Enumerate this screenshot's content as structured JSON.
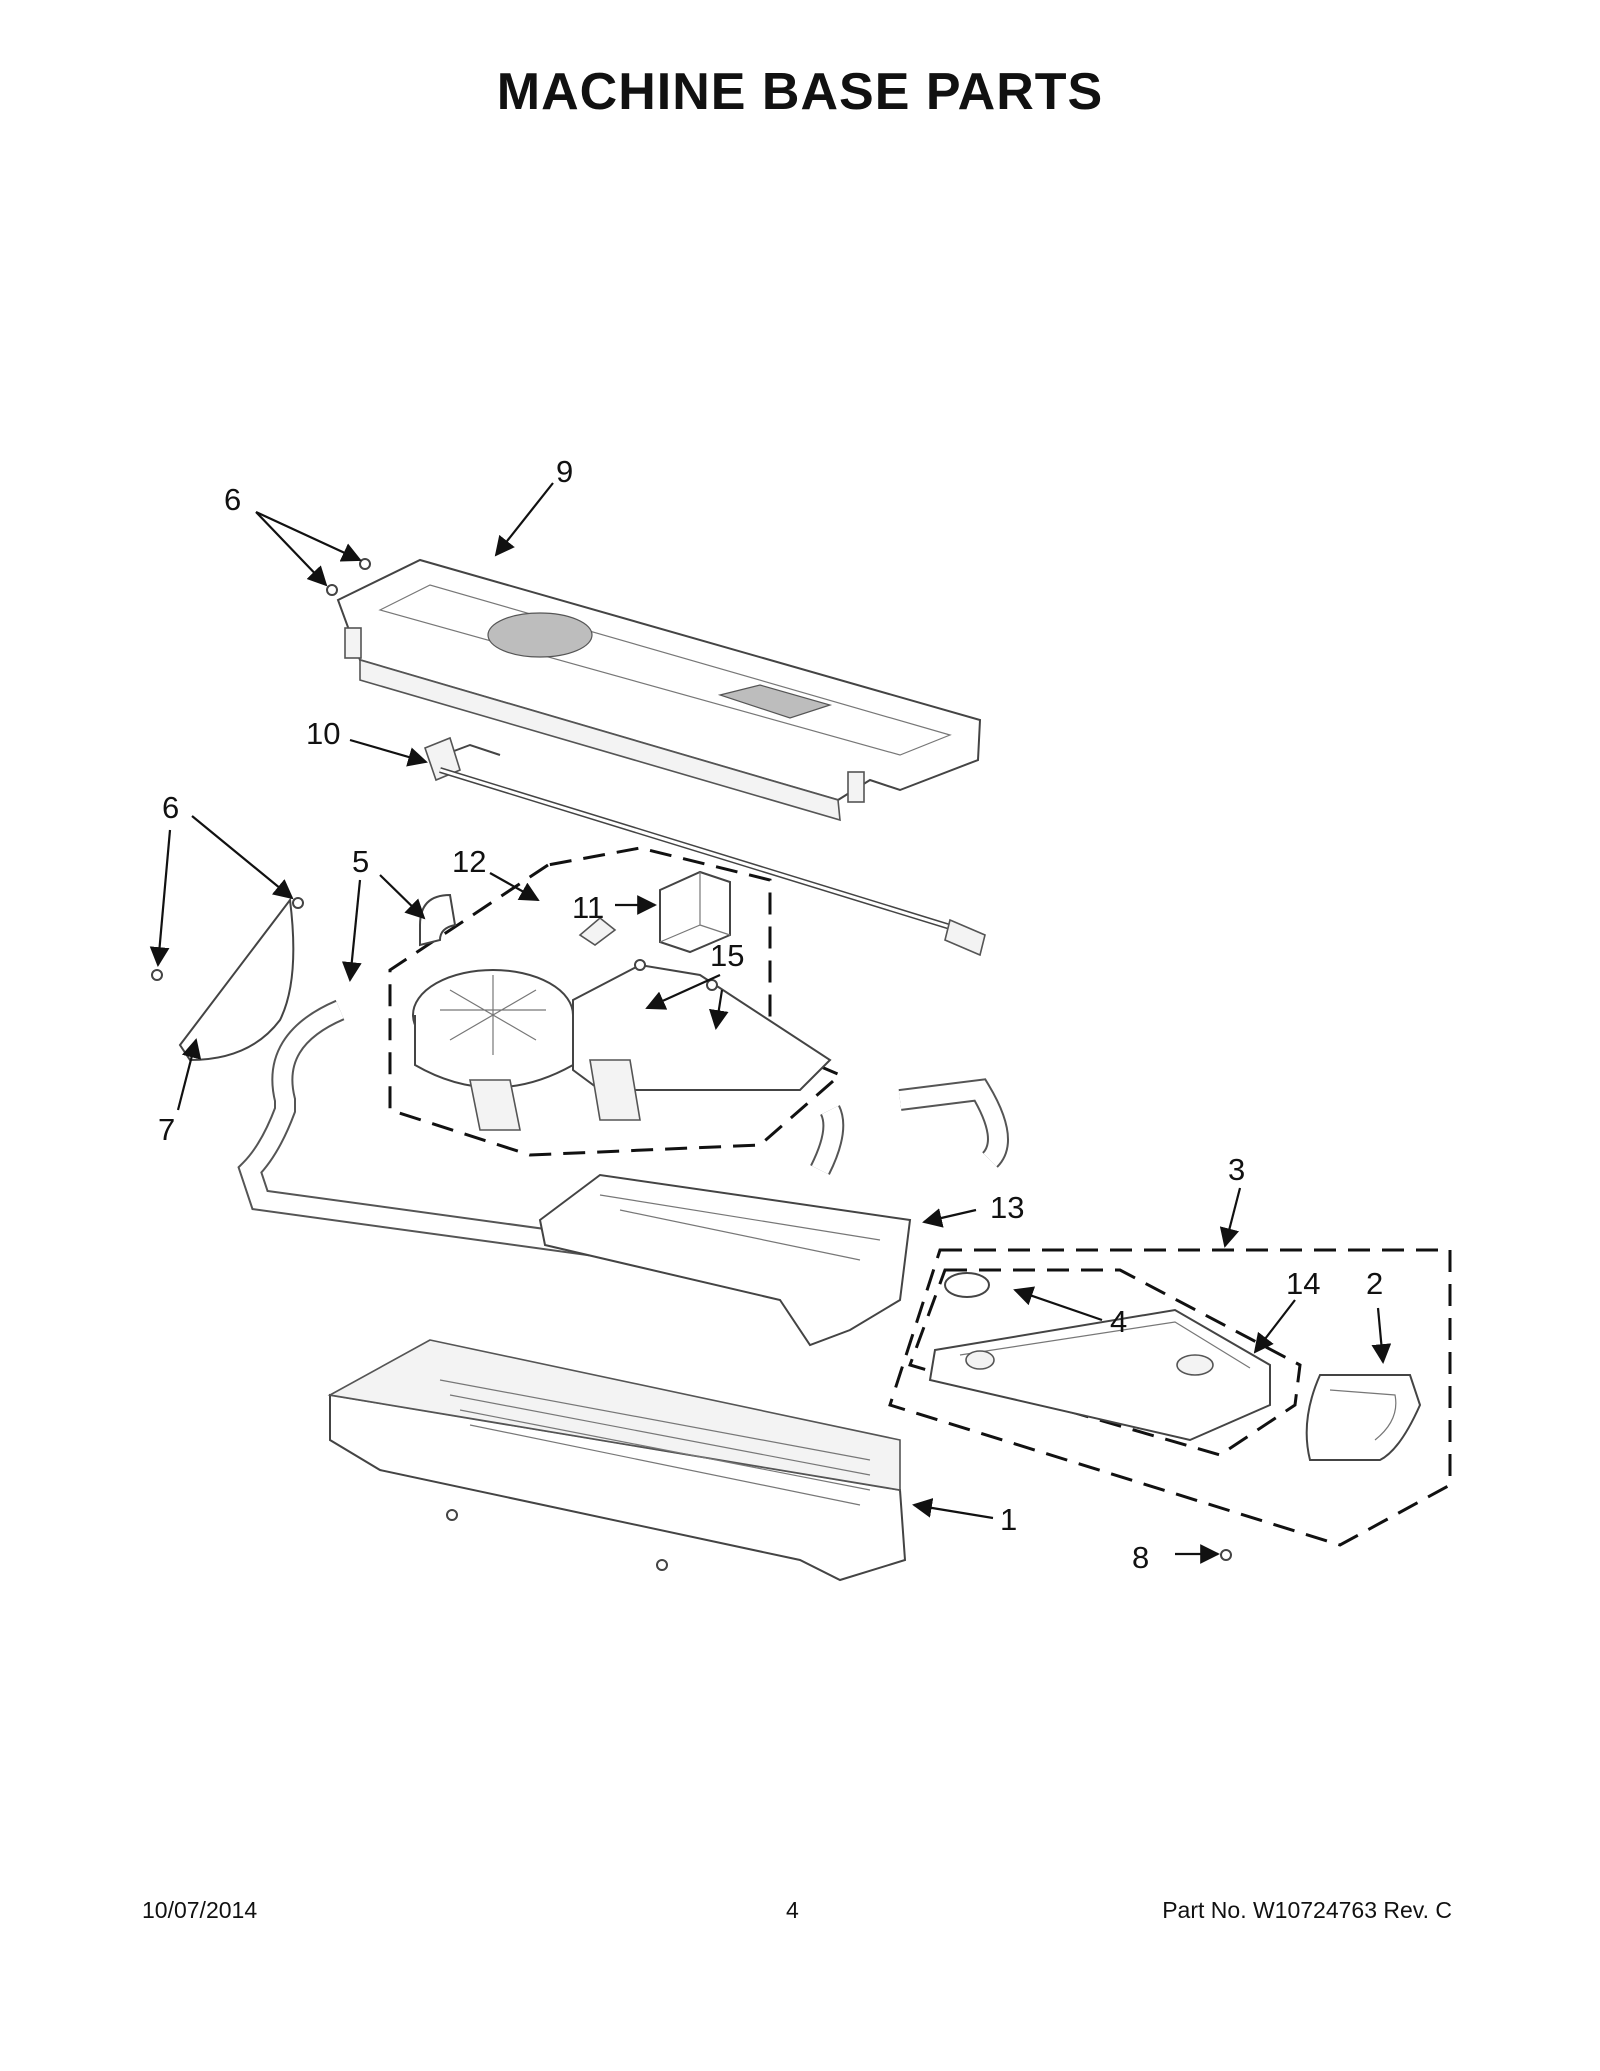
{
  "title": "MACHINE BASE PARTS",
  "callouts": [
    "1",
    "2",
    "3",
    "4",
    "5",
    "6",
    "6",
    "7",
    "8",
    "9",
    "10",
    "11",
    "12",
    "13",
    "14",
    "15"
  ],
  "footer": {
    "date": "10/07/2014",
    "page": "4",
    "part_no": "Part No.  W10724763  Rev.  C"
  },
  "colors": {
    "ink": "#111111",
    "part_stroke": "#444444",
    "grille": "#bdbdbd"
  }
}
